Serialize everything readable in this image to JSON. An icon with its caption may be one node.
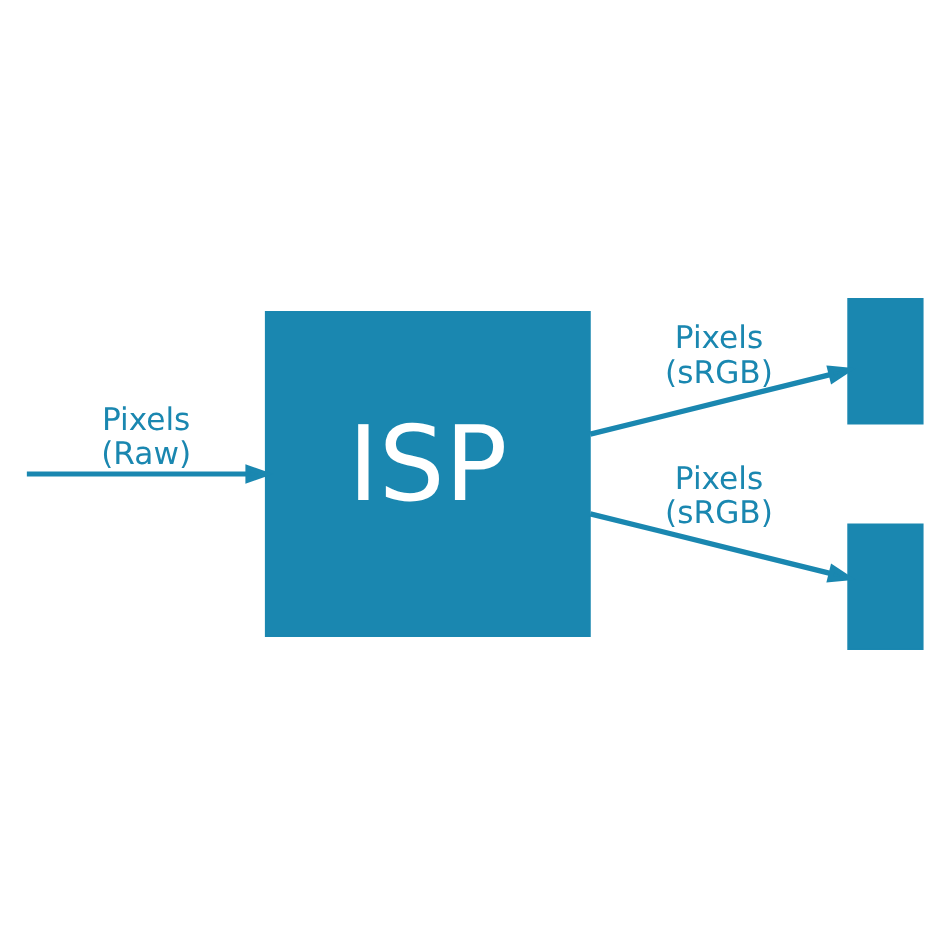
{
  "diagram": {
    "nodes": [
      {
        "text": [
          "ISP"
        ]
      },
      {
        "text": [],
        "shape": "box"
      },
      {
        "text": [],
        "shape": "box"
      }
    ],
    "edges": [
      {
        "from": null,
        "to": 0,
        "arrow": "to",
        "label": "Pixels (Raw)"
      },
      {
        "from": 0,
        "to": 1,
        "arrow": "to",
        "label": "Pixels (sRGB)"
      },
      {
        "from": 0,
        "to": 2,
        "arrow": "to",
        "label": "Pixels (sRGB)"
      }
    ]
  }
}
